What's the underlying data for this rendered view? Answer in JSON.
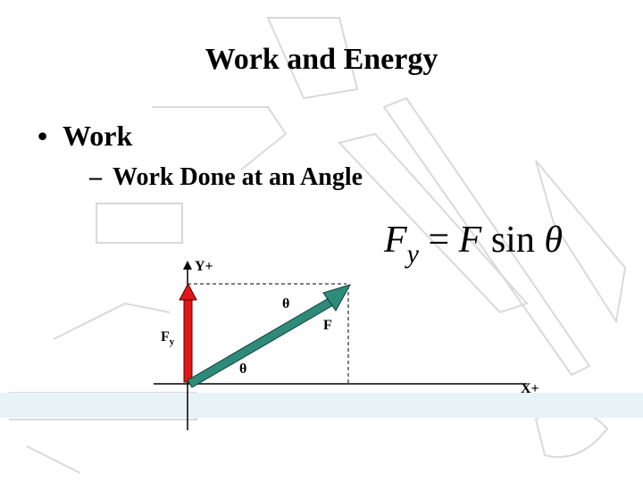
{
  "slide": {
    "title": "Work and Energy",
    "bullet": {
      "marker": "•",
      "text": "Work"
    },
    "sub_bullet": {
      "marker": "–",
      "text": "Work Done at an Angle"
    }
  },
  "equation": {
    "lhs_symbol": "F",
    "lhs_subscript": "y",
    "equals": "=",
    "rhs_symbol": "F",
    "function": "sin",
    "angle": "θ"
  },
  "diagram": {
    "y_axis_label": "Y+",
    "x_axis_label": "X+",
    "force_label": "F",
    "component_label": "F",
    "component_subscript": "y",
    "angle_top_label": "θ",
    "angle_bottom_label": "θ",
    "colors": {
      "force_vector": "#2e8b7a",
      "component_vector": "#e01818",
      "axes": "#000000",
      "guides": "#000000"
    }
  }
}
